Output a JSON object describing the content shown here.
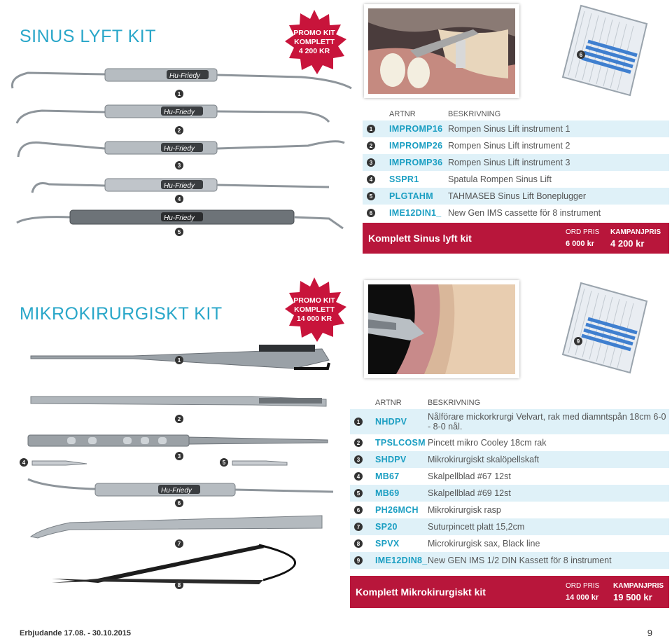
{
  "sinus": {
    "title": "SINUS LYFT KIT",
    "badge": [
      "PROMO KIT",
      "KOMPLETT",
      "4 200 KR"
    ],
    "table": {
      "col_art": "ARTNR",
      "col_desc": "BESKRIVNING",
      "rows": [
        {
          "num": "1",
          "art": "IMPROMP16",
          "desc": "Rompen Sinus Lift instrument 1"
        },
        {
          "num": "2",
          "art": "IMPROMP26",
          "desc": "Rompen Sinus Lift instrument 2"
        },
        {
          "num": "3",
          "art": "IMPROMP36",
          "desc": "Rompen Sinus Lift instrument 3"
        },
        {
          "num": "4",
          "art": "SSPR1",
          "desc": "Spatula Rompen Sinus Lift"
        },
        {
          "num": "5",
          "art": "PLGTAHM",
          "desc": "TAHMASEB Sinus Lift Boneplugger"
        },
        {
          "num": "6",
          "art": "IME12DIN1_",
          "desc": "New Gen IMS cassette för 8 instrument"
        }
      ]
    },
    "total": {
      "label": "Komplett Sinus lyft kit",
      "ord_label": "ORD PRIS",
      "ord_value": "6 000 kr",
      "kamp_label": "KAMPANJPRIS",
      "kamp_value": "4 200 kr"
    },
    "instrument_numbers": [
      "1",
      "2",
      "3",
      "4",
      "5",
      "6"
    ],
    "brand_text": "Hu-Friedy"
  },
  "micro": {
    "title": "MIKROKIRURGISKT KIT",
    "badge": [
      "PROMO KIT",
      "KOMPLETT",
      "14 000 KR"
    ],
    "table": {
      "col_art": "ARTNR",
      "col_desc": "BESKRIVNING",
      "rows": [
        {
          "num": "1",
          "art": "NHDPV",
          "desc": "Nålförare mickorkrurgi Velvart, rak med diamntspån 18cm 6-0 - 8-0 nål."
        },
        {
          "num": "2",
          "art": "TPSLCOSM",
          "desc": "Pincett mikro Cooley  18cm rak"
        },
        {
          "num": "3",
          "art": "SHDPV",
          "desc": "Mikrokirurgiskt skalöpellskaft"
        },
        {
          "num": "4",
          "art": "MB67",
          "desc": "Skalpellblad #67 12st"
        },
        {
          "num": "5",
          "art": "MB69",
          "desc": "Skalpellblad #69 12st"
        },
        {
          "num": "6",
          "art": "PH26MCH",
          "desc": "Mikrokirurgisk rasp"
        },
        {
          "num": "7",
          "art": "SP20",
          "desc": "Suturpincett platt 15,2cm"
        },
        {
          "num": "8",
          "art": "SPVX",
          "desc": "Microkirurgisk sax, Black line"
        },
        {
          "num": "9",
          "art": "IME12DIN8_",
          "desc": "New GEN IMS 1/2 DIN Kassett för 8 instrument"
        }
      ]
    },
    "total": {
      "label": "Komplett Mikrokirurgiskt kit",
      "ord_label": "ORD PRIS",
      "ord_value": "14 000 kr",
      "kamp_label": "KAMPANJPRIS",
      "kamp_value": "19 500 kr"
    },
    "instrument_numbers": [
      "1",
      "2",
      "3",
      "4",
      "5",
      "6",
      "7",
      "8",
      "9"
    ]
  },
  "footer": {
    "offer_text": "Erbjudande 17.08. - 30.10.2015",
    "page_number": "9"
  },
  "colors": {
    "accent_blue": "#2aa7c9",
    "art_blue": "#1a9ec2",
    "badge_red": "#c8143b",
    "total_red": "#b8163b",
    "row_alt": "#dff1f8"
  }
}
